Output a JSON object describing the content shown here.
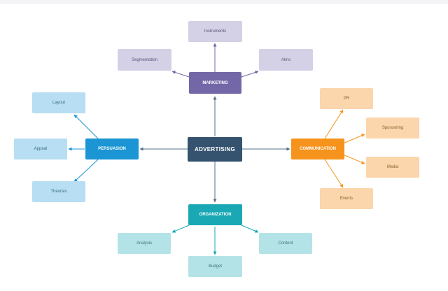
{
  "center": {
    "label": "ADVERTISING",
    "color": "#35536f"
  },
  "marketing": {
    "label": "MARKETING",
    "color": "#7467a8",
    "leaf_color": "#d4d0e6",
    "leaf_text": "#5a5478",
    "children": [
      "Instruments",
      "Segmentation",
      "Aims"
    ]
  },
  "persuasion": {
    "label": "PERSUASION",
    "color": "#1b95d3",
    "leaf_color": "#b7def2",
    "leaf_text": "#3d6e87",
    "children": [
      "Layout",
      "Appeal",
      "Theories"
    ]
  },
  "communication": {
    "label": "COMMUNICATION",
    "color": "#f5931c",
    "leaf_color": "#fbd5ab",
    "leaf_text": "#8a6231",
    "children": [
      "PR",
      "Sponsoring",
      "Media",
      "Events"
    ]
  },
  "organization": {
    "label": "ORGANIZATION",
    "color": "#1aa8b4",
    "leaf_color": "#b4e3e7",
    "leaf_text": "#3a7479",
    "children": [
      "Analysis",
      "Budget",
      "Content"
    ]
  },
  "edge_color": "#56728a"
}
